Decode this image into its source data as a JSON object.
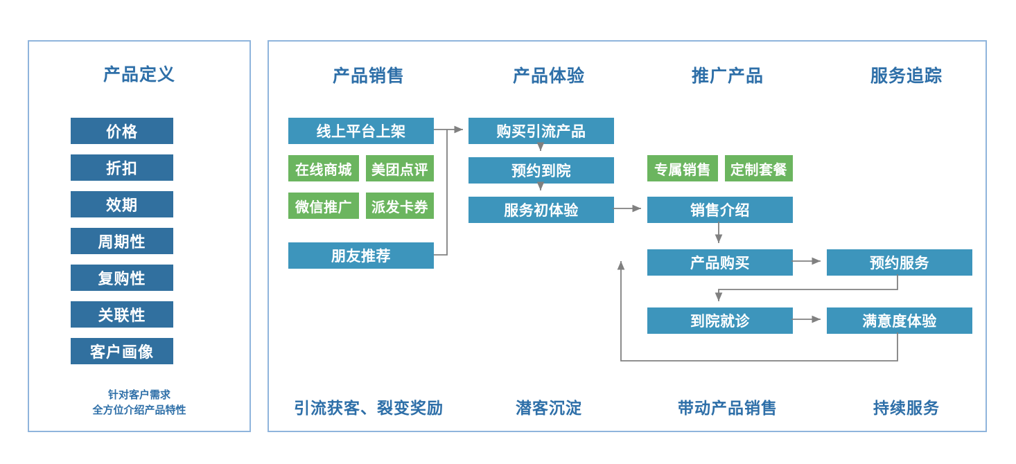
{
  "left_panel": {
    "title": "产品定义",
    "items": [
      {
        "label": "价格"
      },
      {
        "label": "折扣"
      },
      {
        "label": "效期"
      },
      {
        "label": "周期性"
      },
      {
        "label": "复购性"
      },
      {
        "label": "关联性"
      },
      {
        "label": "客户画像"
      }
    ],
    "note_line1": "针对客户需求",
    "note_line2": "全方位介绍产品特性"
  },
  "right_panel": {
    "columns": [
      {
        "title": "产品销售",
        "footer": "引流获客、裂变奖励"
      },
      {
        "title": "产品体验",
        "footer": "潜客沉淀"
      },
      {
        "title": "推广产品",
        "footer": "带动产品销售"
      },
      {
        "title": "服务追踪",
        "footer": "持续服务"
      }
    ],
    "nodes": {
      "online_platform_listing": "线上平台上架",
      "online_mall": "在线商城",
      "meituan_dianping": "美团点评",
      "wechat_promotion": "微信推广",
      "distribute_coupons": "派发卡券",
      "friend_referral": "朋友推荐",
      "buy_traffic_product": "购买引流产品",
      "book_visit": "预约到院",
      "first_service_experience": "服务初体验",
      "dedicated_sales": "专属销售",
      "custom_package": "定制套餐",
      "sales_intro": "销售介绍",
      "product_purchase": "产品购买",
      "book_service": "预约服务",
      "hospital_visit": "到院就诊",
      "satisfaction_experience": "满意度体验"
    }
  },
  "colors": {
    "panel_border": "#8fb4dc",
    "title_blue": "#2e6fa8",
    "definition_box": "#31709f",
    "flow_blue": "#3d95bc",
    "flow_green": "#6bb55f",
    "connector": "#808080"
  }
}
